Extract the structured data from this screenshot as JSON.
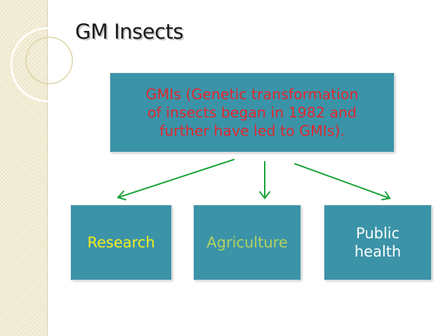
{
  "slide": {
    "title": "GM Insects",
    "root": {
      "lines": [
        "GMIs (Genetic transformation",
        "of insects began in 1982 and",
        "further have led to GMIs)."
      ],
      "text_color": "#e0282e"
    },
    "children": [
      {
        "label": "Research",
        "text_color": "#f5ec1f"
      },
      {
        "label": "Agriculture",
        "text_color": "#b3d25e"
      },
      {
        "label_lines": [
          "Public",
          "health"
        ],
        "text_color": "#ffffff"
      }
    ],
    "box_color": "#3b93a8",
    "arrow_color": "#1aa33a"
  }
}
